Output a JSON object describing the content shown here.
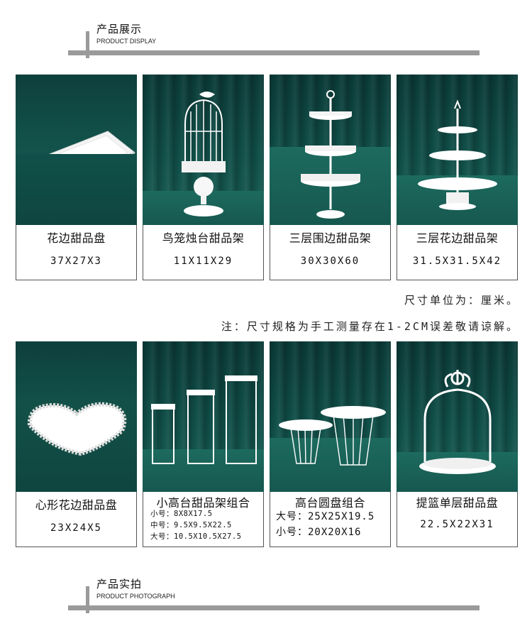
{
  "display_header": {
    "cn": "产品展示",
    "en": "PRODUCT DISPLAY"
  },
  "row1": [
    {
      "name": "花边甜品盘",
      "size": "37X27X3",
      "icon": "lace-tray-icon"
    },
    {
      "name": "鸟笼烛台甜品架",
      "size": "11X11X29",
      "icon": "birdcage-stand-icon"
    },
    {
      "name": "三层围边甜品架",
      "size": "30X30X60",
      "icon": "three-tier-rim-stand-icon"
    },
    {
      "name": "三层花边甜品架",
      "size": "31.5X31.5X42",
      "icon": "three-tier-lace-stand-icon"
    }
  ],
  "unit_note": "尺寸单位为：厘米。",
  "tolerance_note": "注：尺寸规格为手工测量存在1-2CM误差敬请谅解。",
  "row2": [
    {
      "name": "心形花边甜品盘",
      "size": "23X24X5",
      "icon": "heart-tray-icon"
    },
    {
      "name": "小高台甜品架组合",
      "lines": [
        "小号：8X8X17.5",
        "中号：9.5X9.5X22.5",
        "大号：10.5X10.5X27.5"
      ],
      "icon": "pedestal-set-icon"
    },
    {
      "name": "高台圆盘组合",
      "lines": [
        "大号：25X25X19.5",
        "小号：20X20X16"
      ],
      "icon": "round-cake-stands-icon"
    },
    {
      "name": "提篮单层甜品盘",
      "size": "22.5X22X31",
      "icon": "basket-tray-icon"
    }
  ],
  "photo_header": {
    "cn": "产品实拍",
    "en": "PRODUCT PHOTOGRAPH"
  },
  "colors": {
    "velvet": "#11504a",
    "divider": "#9a9a9a",
    "border": "#555555"
  }
}
